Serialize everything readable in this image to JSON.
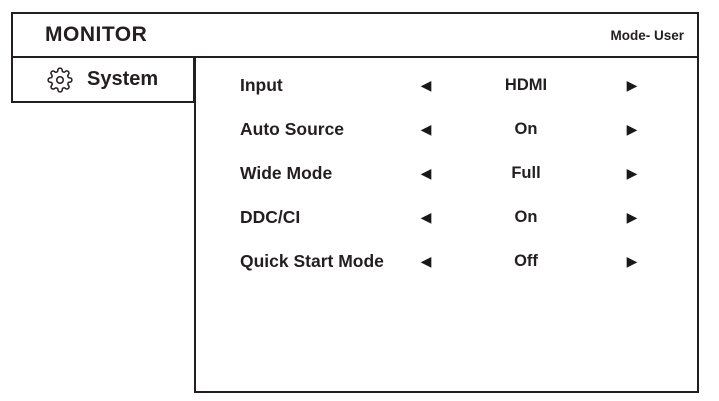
{
  "colors": {
    "ink": "#231f20",
    "background": "#ffffff"
  },
  "header": {
    "title": "MONITOR",
    "mode_label": "Mode- User"
  },
  "sidebar": {
    "items": [
      {
        "label": "System",
        "icon": "gear-icon",
        "selected": true
      }
    ]
  },
  "icons": {
    "left_arrow": "◀",
    "right_arrow": "▶",
    "gear": "gear-outline"
  },
  "menu": {
    "items": [
      {
        "label": "Input",
        "value": "HDMI"
      },
      {
        "label": "Auto Source",
        "value": "On"
      },
      {
        "label": "Wide Mode",
        "value": "Full"
      },
      {
        "label": "DDC/CI",
        "value": "On"
      },
      {
        "label": "Quick Start Mode",
        "value": "Off"
      }
    ]
  }
}
